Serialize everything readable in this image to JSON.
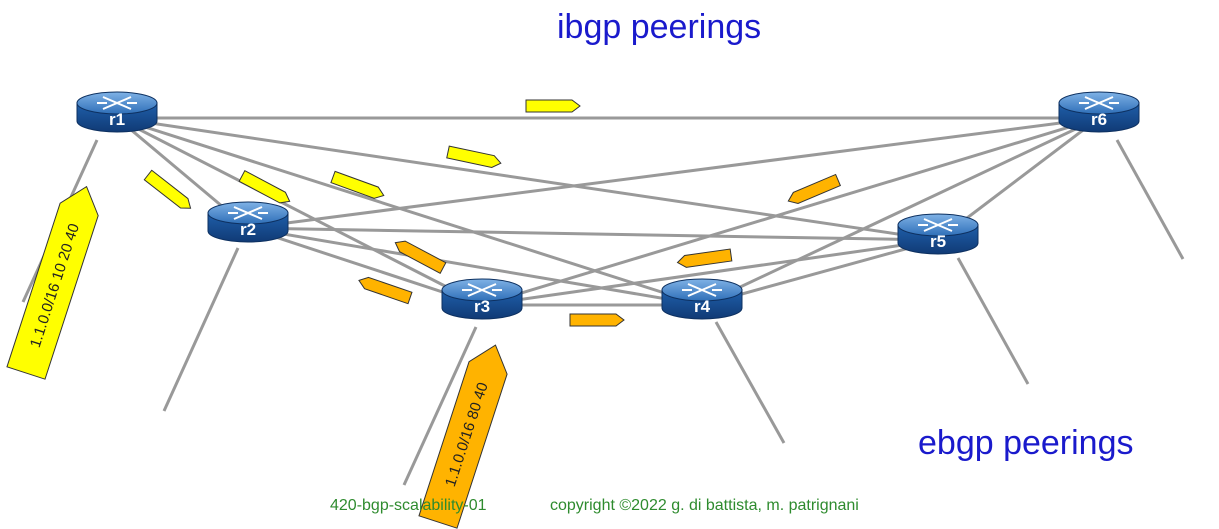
{
  "title": "ibgp peerings",
  "ebgp_label": "ebgp peerings",
  "footer": {
    "slide_id": "420-bgp-scalability-01",
    "copyright": "copyright ©2022 g. di battista, m. patrignani"
  },
  "routers": [
    "r1",
    "r2",
    "r3",
    "r4",
    "r5",
    "r6"
  ],
  "prefix_announcements": [
    {
      "router": "r1",
      "text": "1.1.0.0/16 10 20 40",
      "color": "#ffff00"
    },
    {
      "router": "r3",
      "text": "1.1.0.0/16 80 40",
      "color": "#ffb300"
    }
  ],
  "colors": {
    "title": "#1a1acc",
    "footer": "#2e8b2e",
    "link": "#999999",
    "router": "#1f5faa",
    "yellow_arrow": "#ffff00",
    "orange_arrow": "#ffb300"
  }
}
